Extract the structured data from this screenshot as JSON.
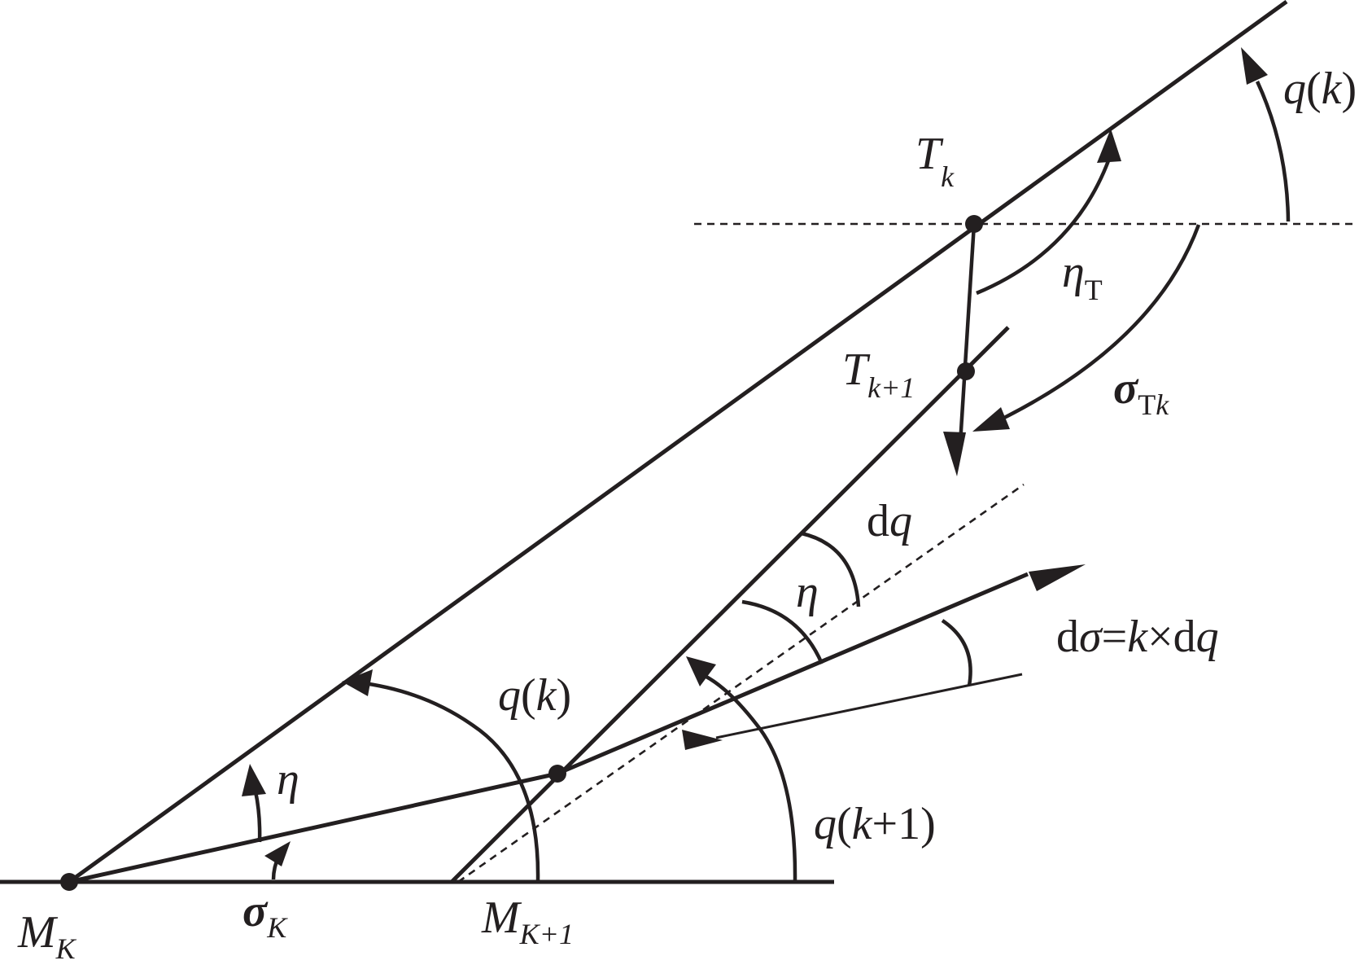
{
  "labels": {
    "mk": {
      "main": "M",
      "sub": "K"
    },
    "mk1": {
      "main": "M",
      "sub": "K+1"
    },
    "tk": {
      "main": "T",
      "sub": "k"
    },
    "tk1": {
      "main": "T",
      "sub": "k+1"
    },
    "sigma_k": {
      "main": "σ",
      "sub": "K"
    },
    "sigma_tk": {
      "main": "σ",
      "sub_a": "T",
      "sub_b": "k"
    },
    "eta_t": {
      "main": "η",
      "sub": "T"
    },
    "eta_lower": "η",
    "eta_middle": "η",
    "q_k_lower": {
      "q": "q",
      "open": "(",
      "k": "k",
      "close": ")"
    },
    "q_k_upper": {
      "q": "q",
      "open": "(",
      "k": "k",
      "close": ")"
    },
    "q_k1": {
      "q": "q",
      "open": "(",
      "k": "k",
      "rest": "+1)"
    },
    "dq": {
      "d": "d",
      "q": "q"
    },
    "dsigma": {
      "d1": "d",
      "sigma": "σ",
      "eq": "=",
      "k": "k",
      "times": "×",
      "d2": "d",
      "q": "q"
    }
  }
}
